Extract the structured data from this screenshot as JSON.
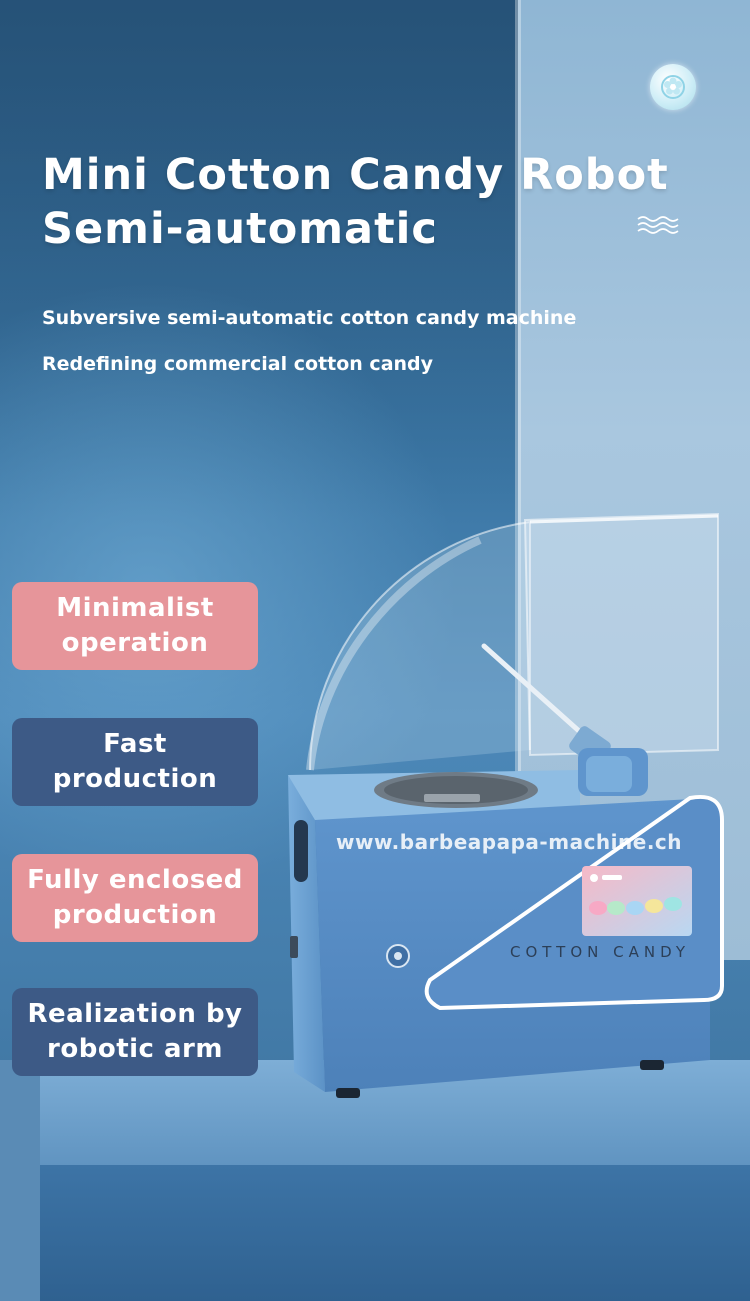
{
  "header": {
    "title_line1": "Mini Cotton Candy Robot",
    "title_line2": "Semi-automatic",
    "badge_icon": "cotton-candy-badge-icon",
    "decor_icon": "waves-icon"
  },
  "subtitles": [
    "Subversive semi-automatic cotton candy machine",
    "Redefining commercial cotton candy"
  ],
  "features": [
    {
      "label": "Minimalist operation",
      "color": "#e6959a"
    },
    {
      "label": "Fast production",
      "color": "#3d5a86"
    },
    {
      "label": "Fully enclosed production",
      "color": "#e6959a"
    },
    {
      "label": "Realization by robotic arm",
      "color": "#3d5a86"
    }
  ],
  "product": {
    "watermark": "www.barbeapapa-machine.ch",
    "panel_label": "COTTON CANDY",
    "screen_icons": [
      "pink-candy-icon",
      "green-candy-icon",
      "blue-candy-icon",
      "yellow-candy-icon",
      "aqua-candy-icon"
    ]
  }
}
